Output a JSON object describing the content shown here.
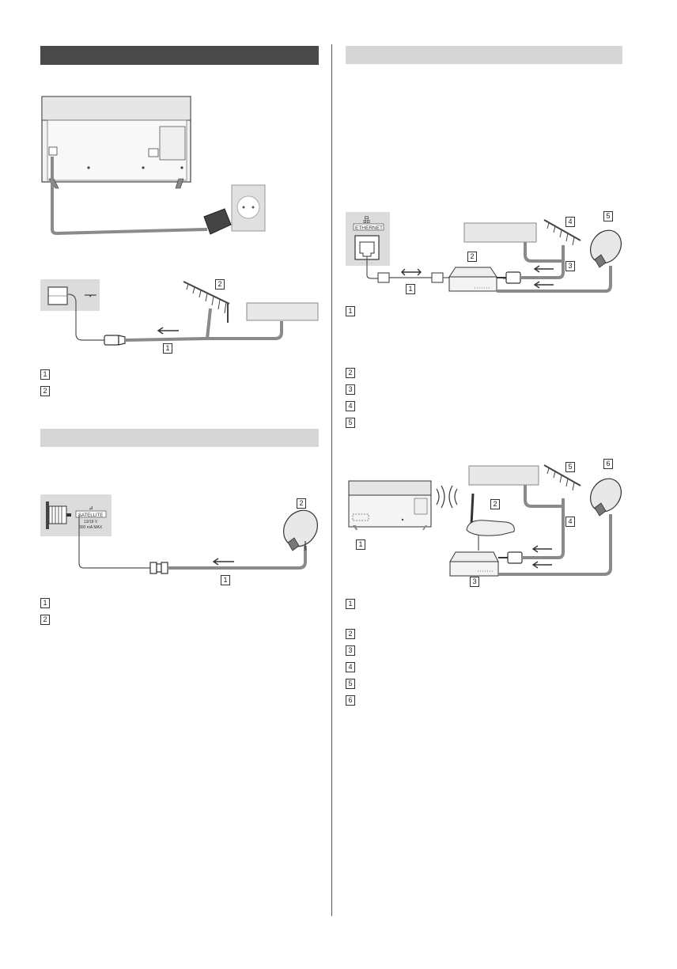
{
  "sections": {
    "mains": {
      "header": ""
    },
    "aerial": {
      "callout_numbers": [
        "1",
        "2"
      ],
      "legend_numbers": [
        "1",
        "2"
      ]
    },
    "satellite": {
      "header": "",
      "callout_numbers": [
        "1",
        "2"
      ],
      "legend_numbers": [
        "1",
        "2"
      ],
      "port_label": "SATELLITE",
      "port_specs": [
        "13/18 V",
        "300 mA MAX"
      ]
    },
    "wired_network": {
      "header": "",
      "port_label": "ETHERNET",
      "callout_numbers": [
        "1",
        "2",
        "3",
        "4",
        "5"
      ],
      "legend_numbers": [
        "1",
        "2",
        "3",
        "4",
        "5"
      ]
    },
    "wireless_network": {
      "callout_numbers": [
        "1",
        "2",
        "3",
        "4",
        "5",
        "6"
      ],
      "legend_numbers": [
        "1",
        "2",
        "3",
        "4",
        "5",
        "6"
      ]
    }
  },
  "colors": {
    "dark_header": "#4a4a4a",
    "light_header": "#d6d6d6",
    "cable": "#8a8a8a",
    "panel": "#dcdcdc"
  }
}
